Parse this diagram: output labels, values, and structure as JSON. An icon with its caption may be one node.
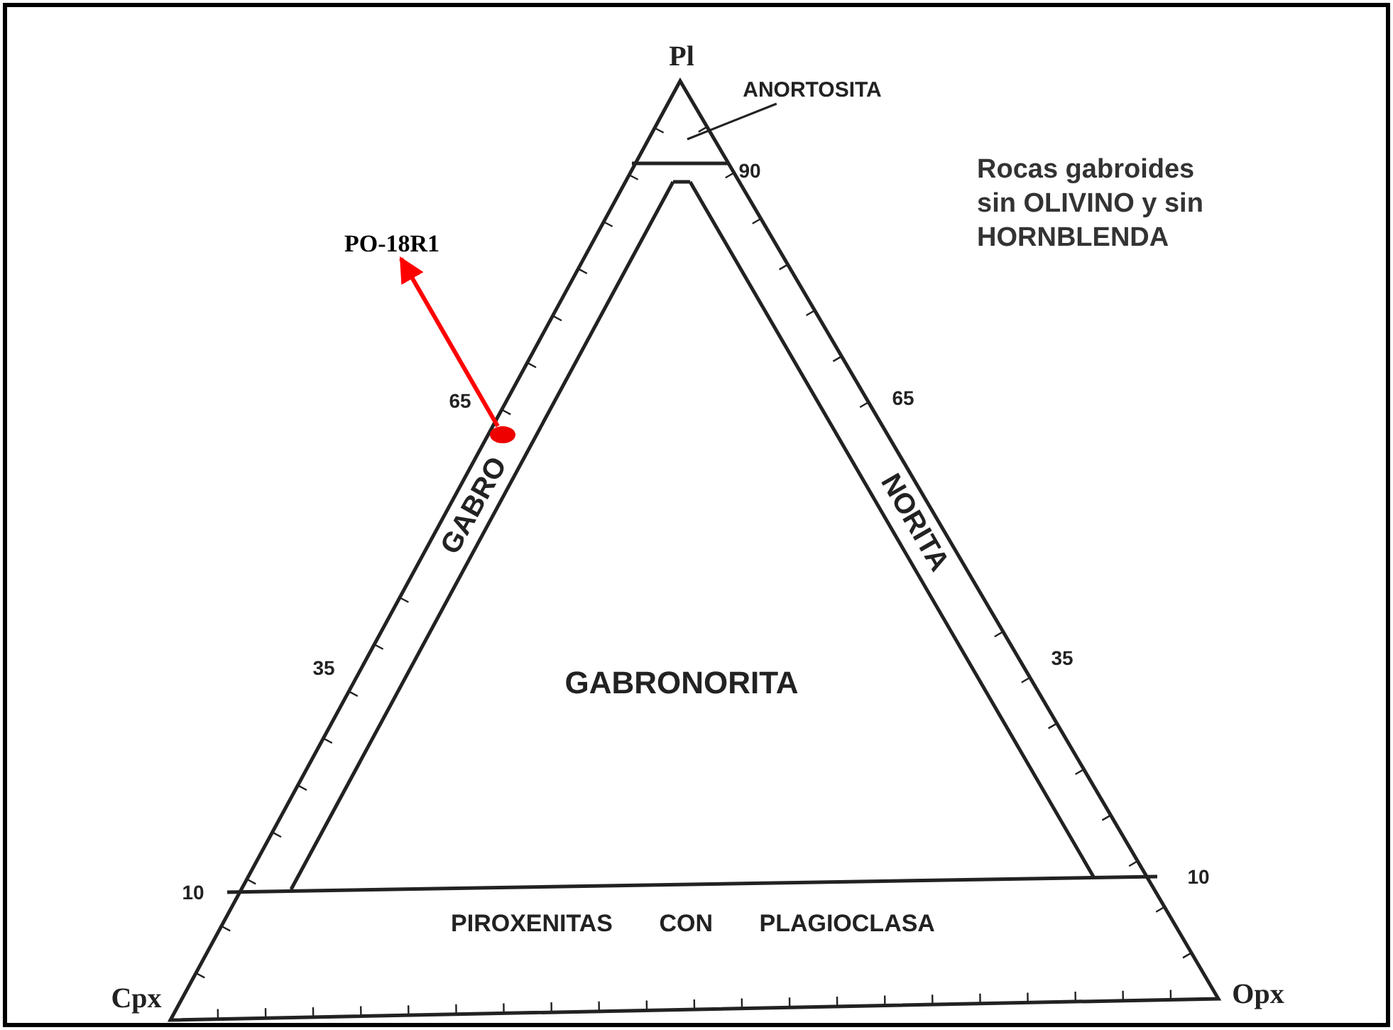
{
  "diagram": {
    "title": "Rocas gabroides sin OLIVINO y sin HORNBLENDA",
    "nodes": [
      {
        "text": [
          "PO-18R1"
        ]
      },
      {
        "text": [],
        "shape": "ellipse"
      },
      {
        "text": [
          "ANORTOSITA"
        ]
      }
    ],
    "edges": [
      {
        "from": 1,
        "to": 0,
        "arrow": "to",
        "style": "thick",
        "color": "#ff0000"
      },
      {
        "from": 2,
        "to": null,
        "arrow": "none",
        "color": "#222222"
      }
    ],
    "labels": [
      "Pl",
      "90",
      "65",
      "65",
      "GABRO",
      "NORITA",
      "35",
      "GABRONORITA",
      "35",
      "10",
      "10",
      "PIROXENITAS CON PLAGIOCLASA",
      "Cpx",
      "Opx"
    ]
  }
}
